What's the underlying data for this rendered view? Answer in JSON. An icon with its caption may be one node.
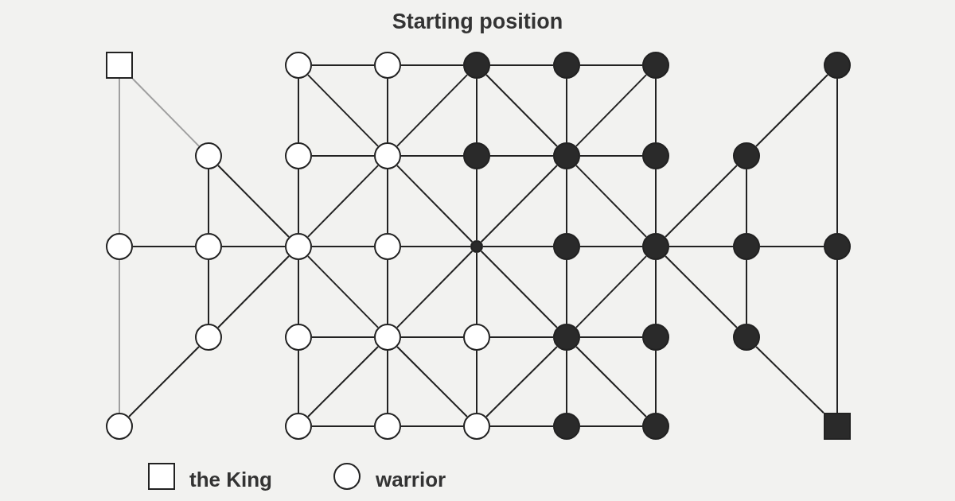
{
  "diagram": {
    "title": "Starting position",
    "nodes": [
      {
        "text": [],
        "shape": "box"
      },
      {
        "text": [],
        "shape": "circle"
      },
      {
        "text": [],
        "shape": "circle"
      },
      {
        "text": [],
        "shape": "circle"
      },
      {
        "text": [],
        "shape": "circle"
      },
      {
        "text": [],
        "shape": "circle"
      },
      {
        "text": [],
        "shape": "circle"
      },
      {
        "text": [],
        "shape": "circle"
      },
      {
        "text": [],
        "shape": "circle"
      },
      {
        "text": [],
        "shape": "circle"
      },
      {
        "text": [],
        "shape": "circle"
      },
      {
        "text": [],
        "shape": "circle"
      },
      {
        "text": [],
        "shape": "circle"
      },
      {
        "text": [],
        "shape": "circle"
      },
      {
        "text": [],
        "shape": "circle"
      },
      {
        "text": [],
        "shape": "circle"
      },
      {
        "text": [],
        "shape": "circle"
      },
      {
        "text": [],
        "shape": "circle"
      },
      {
        "text": [],
        "shape": "circle"
      },
      {
        "text": [],
        "shape": "circle"
      },
      {
        "text": [],
        "shape": "circle"
      },
      {
        "text": [],
        "shape": "circle"
      },
      {
        "text": [],
        "shape": "circle"
      },
      {
        "text": [],
        "shape": "circle"
      },
      {
        "text": [],
        "shape": "circle"
      },
      {
        "text": [],
        "shape": "circle"
      },
      {
        "text": [],
        "shape": "circle"
      },
      {
        "text": [],
        "shape": "circle"
      },
      {
        "text": [],
        "shape": "circle"
      },
      {
        "text": [],
        "shape": "circle"
      },
      {
        "text": [],
        "shape": "circle"
      },
      {
        "text": [],
        "shape": "circle"
      },
      {
        "text": [],
        "shape": "circle"
      },
      {
        "text": [],
        "shape": "circle"
      },
      {
        "text": [],
        "shape": "circle"
      },
      {
        "text": [],
        "shape": "circle"
      },
      {
        "text": [],
        "shape": "box"
      }
    ],
    "edges": [
      {
        "from": 1,
        "to": 2,
        "arrow": "none"
      },
      {
        "from": 2,
        "to": 3,
        "arrow": "none"
      },
      {
        "from": 3,
        "to": 4,
        "arrow": "none"
      },
      {
        "from": 4,
        "to": 5,
        "arrow": "none"
      },
      {
        "from": 8,
        "to": 9,
        "arrow": "none"
      },
      {
        "from": 9,
        "to": 10,
        "arrow": "none"
      },
      {
        "from": 10,
        "to": 11,
        "arrow": "none"
      },
      {
        "from": 11,
        "to": 12,
        "arrow": "none"
      },
      {
        "from": 16,
        "to": 17,
        "arrow": "none"
      },
      {
        "from": 17,
        "to": 18,
        "arrow": "none"
      },
      {
        "from": 18,
        "to": 19,
        "arrow": "none"
      },
      {
        "from": 19,
        "to": 20,
        "arrow": "none"
      },
      {
        "from": 24,
        "to": 25,
        "arrow": "none"
      },
      {
        "from": 25,
        "to": 26,
        "arrow": "none"
      },
      {
        "from": 26,
        "to": 27,
        "arrow": "none"
      },
      {
        "from": 27,
        "to": 28,
        "arrow": "none"
      },
      {
        "from": 31,
        "to": 32,
        "arrow": "none"
      },
      {
        "from": 32,
        "to": 33,
        "arrow": "none"
      },
      {
        "from": 33,
        "to": 34,
        "arrow": "none"
      },
      {
        "from": 34,
        "to": 35,
        "arrow": "none"
      },
      {
        "from": 1,
        "to": 8,
        "arrow": "none"
      },
      {
        "from": 8,
        "to": 16,
        "arrow": "none"
      },
      {
        "from": 16,
        "to": 24,
        "arrow": "none"
      },
      {
        "from": 24,
        "to": 31,
        "arrow": "none"
      },
      {
        "from": 2,
        "to": 9,
        "arrow": "none"
      },
      {
        "from": 9,
        "to": 17,
        "arrow": "none"
      },
      {
        "from": 17,
        "to": 25,
        "arrow": "none"
      },
      {
        "from": 25,
        "to": 32,
        "arrow": "none"
      },
      {
        "from": 3,
        "to": 10,
        "arrow": "none"
      },
      {
        "from": 10,
        "to": 18,
        "arrow": "none"
      },
      {
        "from": 18,
        "to": 26,
        "arrow": "none"
      },
      {
        "from": 26,
        "to": 33,
        "arrow": "none"
      },
      {
        "from": 4,
        "to": 11,
        "arrow": "none"
      },
      {
        "from": 11,
        "to": 19,
        "arrow": "none"
      },
      {
        "from": 19,
        "to": 27,
        "arrow": "none"
      },
      {
        "from": 27,
        "to": 34,
        "arrow": "none"
      },
      {
        "from": 5,
        "to": 12,
        "arrow": "none"
      },
      {
        "from": 12,
        "to": 20,
        "arrow": "none"
      },
      {
        "from": 20,
        "to": 28,
        "arrow": "none"
      },
      {
        "from": 28,
        "to": 35,
        "arrow": "none"
      },
      {
        "from": 1,
        "to": 9,
        "arrow": "none"
      },
      {
        "from": 3,
        "to": 9,
        "arrow": "none"
      },
      {
        "from": 3,
        "to": 11,
        "arrow": "none"
      },
      {
        "from": 5,
        "to": 11,
        "arrow": "none"
      },
      {
        "from": 9,
        "to": 16,
        "arrow": "none"
      },
      {
        "from": 9,
        "to": 18,
        "arrow": "none"
      },
      {
        "from": 11,
        "to": 18,
        "arrow": "none"
      },
      {
        "from": 11,
        "to": 20,
        "arrow": "none"
      },
      {
        "from": 16,
        "to": 25,
        "arrow": "none"
      },
      {
        "from": 18,
        "to": 25,
        "arrow": "none"
      },
      {
        "from": 18,
        "to": 27,
        "arrow": "none"
      },
      {
        "from": 20,
        "to": 27,
        "arrow": "none"
      },
      {
        "from": 25,
        "to": 31,
        "arrow": "none"
      },
      {
        "from": 25,
        "to": 33,
        "arrow": "none"
      },
      {
        "from": 27,
        "to": 33,
        "arrow": "none"
      },
      {
        "from": 27,
        "to": 35,
        "arrow": "none"
      },
      {
        "from": 0,
        "to": 14,
        "arrow": "none",
        "color": "#a0a0a0"
      },
      {
        "from": 14,
        "to": 30,
        "arrow": "none",
        "color": "#a0a0a0"
      },
      {
        "from": 0,
        "to": 7,
        "arrow": "none",
        "color": "#a0a0a0"
      },
      {
        "from": 7,
        "to": 16,
        "arrow": "none"
      },
      {
        "from": 30,
        "to": 23,
        "arrow": "none"
      },
      {
        "from": 23,
        "to": 16,
        "arrow": "none"
      },
      {
        "from": 14,
        "to": 15,
        "arrow": "none"
      },
      {
        "from": 15,
        "to": 16,
        "arrow": "none"
      },
      {
        "from": 7,
        "to": 15,
        "arrow": "none"
      },
      {
        "from": 15,
        "to": 23,
        "arrow": "none"
      },
      {
        "from": 6,
        "to": 22,
        "arrow": "none"
      },
      {
        "from": 22,
        "to": 36,
        "arrow": "none"
      },
      {
        "from": 20,
        "to": 13,
        "arrow": "none"
      },
      {
        "from": 13,
        "to": 6,
        "arrow": "none"
      },
      {
        "from": 20,
        "to": 29,
        "arrow": "none"
      },
      {
        "from": 29,
        "to": 36,
        "arrow": "none"
      },
      {
        "from": 20,
        "to": 21,
        "arrow": "none"
      },
      {
        "from": 21,
        "to": 22,
        "arrow": "none"
      },
      {
        "from": 13,
        "to": 21,
        "arrow": "none"
      },
      {
        "from": 21,
        "to": 29,
        "arrow": "none"
      }
    ],
    "legend": [
      {
        "text": "the King"
      },
      {
        "text": "warrior"
      }
    ]
  }
}
